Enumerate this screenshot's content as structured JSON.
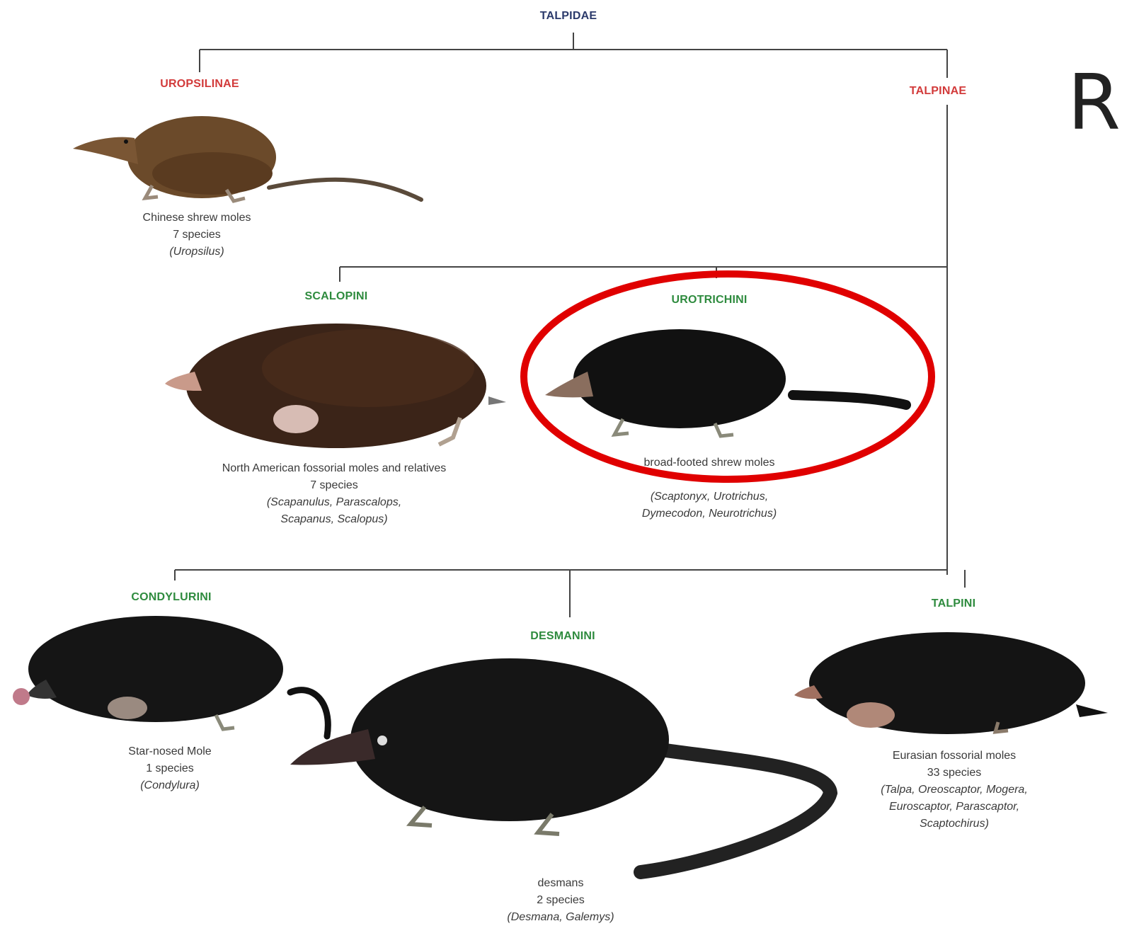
{
  "colors": {
    "family": "#2b3a6b",
    "subfamily": "#d23a3a",
    "tribe": "#2e8b3e",
    "tree_line": "#444444",
    "highlight": "#e00000"
  },
  "root": {
    "label": "TALPIDAE"
  },
  "subfamilies": {
    "uropsilinae": {
      "label": "UROPSILINAE",
      "caption": [
        "Chinese shrew moles",
        "7 species",
        "(Uropsilus)"
      ]
    },
    "talpinae": {
      "label": "TALPINAE"
    }
  },
  "tribes": {
    "scalopini": {
      "label": "SCALOPINI",
      "caption": [
        "North American fossorial moles and relatives",
        "7 species",
        "(Scapanulus, Parascalops,",
        "Scapanus, Scalopus)"
      ]
    },
    "urotrichini": {
      "label": "UROTRICHINI",
      "caption": [
        "broad-footed shrew moles",
        "(Scaptonyx, Urotrichus,",
        "Dymecodon, Neurotrichus)"
      ],
      "highlighted": true
    },
    "condylurini": {
      "label": "CONDYLURINI",
      "caption": [
        "Star-nosed Mole",
        "1 species",
        "(Condylura)"
      ]
    },
    "desmanini": {
      "label": "DESMANINI",
      "caption": [
        "desmans",
        "2 species",
        "(Desmana, Galemys)"
      ]
    },
    "talpini": {
      "label": "TALPINI",
      "caption": [
        "Eurasian fossorial moles",
        "33 species",
        "(Talpa, Oreoscaptor, Mogera,",
        "Euroscaptor, Parascaptor,",
        "Scaptochirus)"
      ]
    }
  },
  "side_letter": "R"
}
